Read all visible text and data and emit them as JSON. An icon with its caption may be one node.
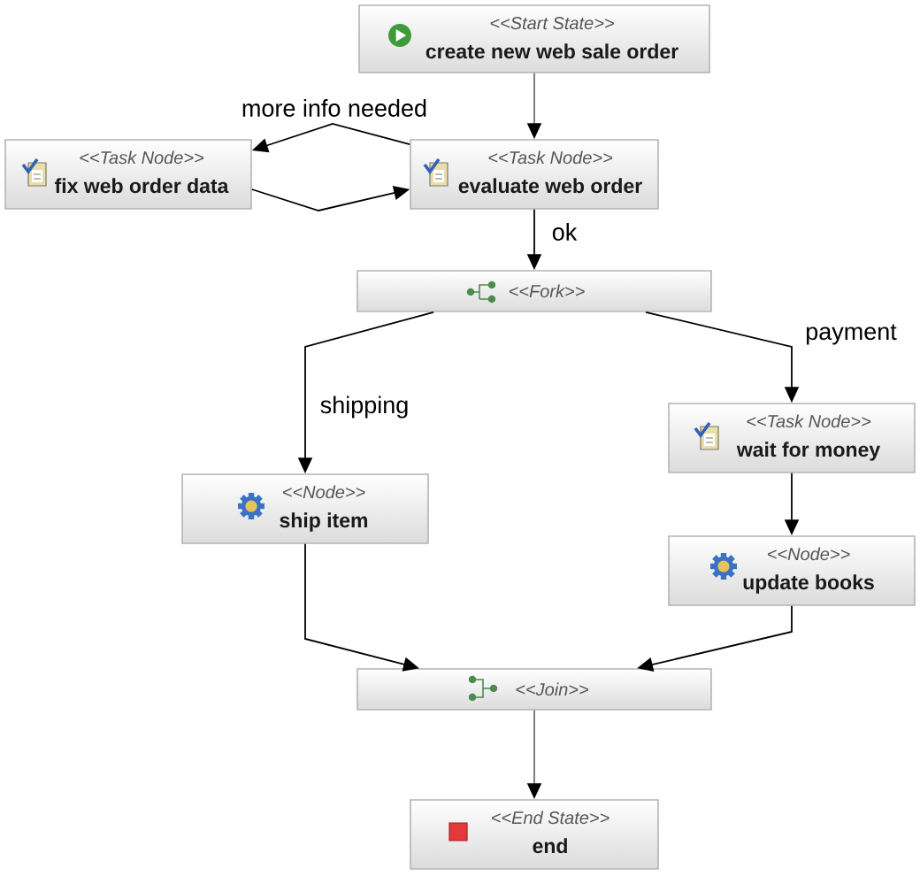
{
  "diagram": {
    "nodes": [
      {
        "text": [
          "<<Start State>>",
          "create new web sale order"
        ]
      },
      {
        "text": [
          "<<Task Node>>",
          "fix web order data"
        ]
      },
      {
        "text": [
          "<<Task Node>>",
          "evaluate web order"
        ]
      },
      {
        "text": [
          "<<Fork>>"
        ]
      },
      {
        "text": [
          "<<Task Node>>",
          "wait for money"
        ]
      },
      {
        "text": [
          "<<Node>>",
          "ship item"
        ]
      },
      {
        "text": [
          "<<Node>>",
          "update books"
        ]
      },
      {
        "text": [
          "<<Join>>"
        ]
      },
      {
        "text": [
          "<<End State>>",
          "end"
        ]
      }
    ],
    "edges": [
      {
        "from": 0,
        "to": 2,
        "arrow": "to",
        "color": "#707070"
      },
      {
        "from": 2,
        "to": 1,
        "arrow": "to",
        "label": "more info needed"
      },
      {
        "from": 1,
        "to": 2,
        "arrow": "to"
      },
      {
        "from": 2,
        "to": 3,
        "arrow": "to",
        "label": "ok"
      },
      {
        "from": 3,
        "to": 5,
        "arrow": "to",
        "label": "shipping"
      },
      {
        "from": 3,
        "to": 4,
        "arrow": "to",
        "label": "payment"
      },
      {
        "from": 4,
        "to": 6,
        "arrow": "to"
      },
      {
        "from": 5,
        "to": 7,
        "arrow": "to"
      },
      {
        "from": 6,
        "to": 7,
        "arrow": "to"
      },
      {
        "from": 7,
        "to": 8,
        "arrow": "to",
        "color": "#707070"
      }
    ]
  }
}
